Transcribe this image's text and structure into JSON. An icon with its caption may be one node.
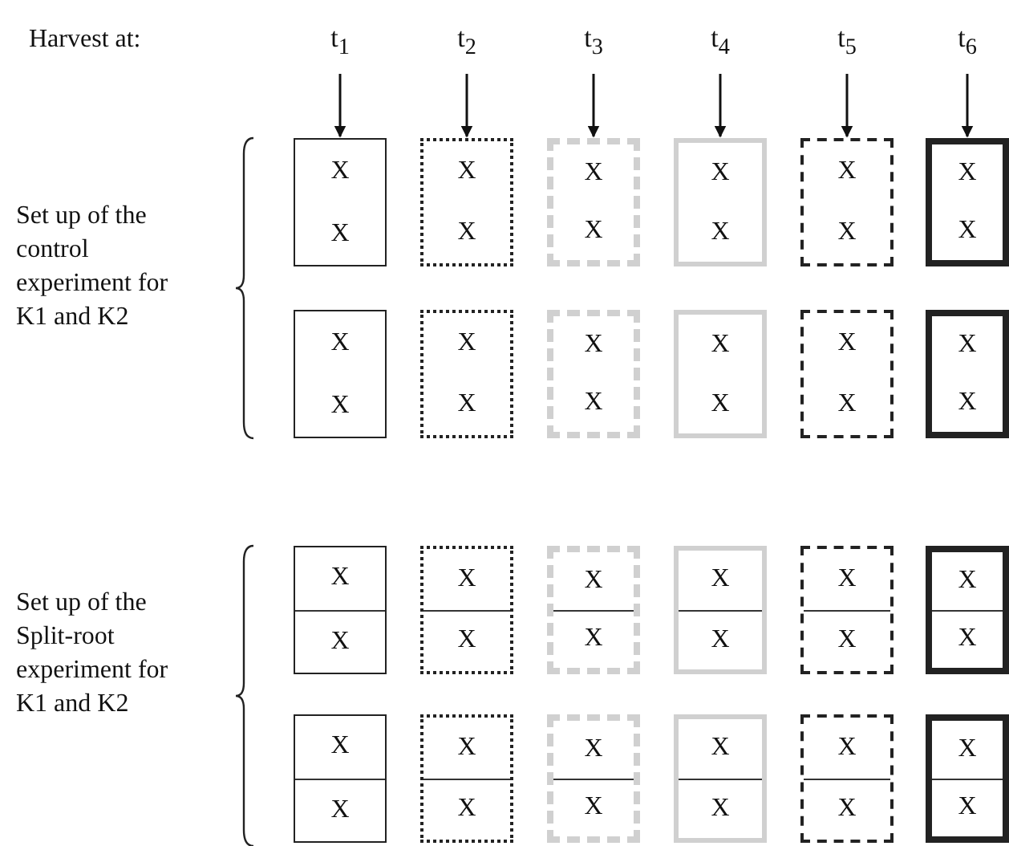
{
  "diagram": {
    "nodes": [
      {
        "text": [
          "t$_{1}$"
        ]
      },
      {
        "text": [
          "t$_{2}$"
        ]
      },
      {
        "text": [
          "t$_{3}$"
        ]
      },
      {
        "text": [
          "t$_{4}$"
        ]
      },
      {
        "text": [
          "t$_{5}$"
        ]
      },
      {
        "text": [
          "t$_{6}$"
        ]
      },
      {
        "text": [
          "X",
          "X"
        ]
      },
      {
        "text": [
          "X",
          "X"
        ]
      },
      {
        "text": [
          "X",
          "X"
        ]
      },
      {
        "text": [
          "X",
          "X"
        ]
      },
      {
        "text": [
          "X",
          "X"
        ]
      },
      {
        "text": [
          "X",
          "X"
        ]
      },
      {
        "text": [
          "X",
          "X"
        ]
      },
      {
        "text": [
          "X",
          "X"
        ]
      },
      {
        "text": [
          "X",
          "X"
        ]
      },
      {
        "text": [
          "X",
          "X"
        ]
      },
      {
        "text": [
          "X",
          "X"
        ]
      },
      {
        "text": [
          "X",
          "X"
        ]
      },
      {
        "text": [
          "X",
          "X"
        ]
      },
      {
        "text": [
          "X",
          "X"
        ]
      },
      {
        "text": [
          "X",
          "X"
        ]
      },
      {
        "text": [
          "X",
          "X"
        ]
      },
      {
        "text": [
          "X",
          "X"
        ]
      },
      {
        "text": [
          "X",
          "X"
        ]
      },
      {
        "text": [
          "X",
          "X"
        ]
      },
      {
        "text": [
          "X",
          "X"
        ]
      },
      {
        "text": [
          "X",
          "X"
        ]
      },
      {
        "text": [
          "X",
          "X"
        ]
      },
      {
        "text": [
          "X",
          "X"
        ]
      },
      {
        "text": [
          "X",
          "X"
        ]
      }
    ],
    "edges": [
      {
        "from": 0,
        "to": 6,
        "arrow": "to"
      },
      {
        "from": 1,
        "to": 7,
        "arrow": "to"
      },
      {
        "from": 2,
        "to": 8,
        "arrow": "to"
      },
      {
        "from": 3,
        "to": 9,
        "arrow": "to"
      },
      {
        "from": 4,
        "to": 10,
        "arrow": "to"
      },
      {
        "from": 5,
        "to": 11,
        "arrow": "to"
      }
    ],
    "labels": [
      "Harvest at:",
      "Set up of the control experiment for K1 and K2",
      "Set up of the Split-root experiment for K1 and K2"
    ]
  }
}
